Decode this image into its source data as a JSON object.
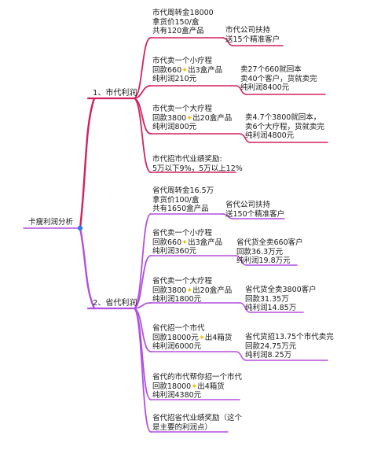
{
  "root": {
    "label": "卡瘦利润分析"
  },
  "colors": {
    "branch1": "#d2215f",
    "branch2": "#b24fe0",
    "junction": "#2f7de8",
    "spark": "#f2c100"
  },
  "branches": [
    {
      "label": "1、市代利润",
      "children": [
        {
          "lines": [
            "市代周转金18000",
            "拿货价150/盒",
            "共有120盒产品"
          ],
          "detail": [
            "市代公司扶持",
            "送15个精准客户"
          ]
        },
        {
          "lines": [
            [
              "市代卖一个小疗程"
            ],
            [
              "回款660",
              "✦",
              "出3盒产品"
            ],
            [
              "纯利润210元"
            ]
          ],
          "detail": [
            "卖27个660就回本",
            "卖40个客户，货就卖完",
            "纯利润8400元"
          ]
        },
        {
          "lines": [
            [
              "市代卖一个大疗程"
            ],
            [
              "回款3800",
              "✦",
              "出20盒产品"
            ],
            [
              "纯利润800元"
            ]
          ],
          "detail": [
            "卖4.7个3800就回本，",
            "卖6个大疗程，货就卖完",
            "纯利润4800元"
          ]
        },
        {
          "lines": [
            "市代招市代业绩奖励:",
            "5万以下9%，5万以上12%"
          ]
        }
      ]
    },
    {
      "label": "2、省代利润",
      "children": [
        {
          "lines": [
            "省代周转金16.5万",
            "拿货价100/盒",
            "共有1650盒产品"
          ],
          "detail": [
            "省代公司扶持",
            "送150个精准客户"
          ]
        },
        {
          "lines": [
            [
              "省代卖一个小疗程"
            ],
            [
              "回款660",
              "✦",
              "出3盒产品"
            ],
            [
              "纯利润360元"
            ]
          ],
          "detail": [
            "省代货全卖660客户",
            "回款36.3万元",
            "纯利润19.8万元"
          ]
        },
        {
          "lines": [
            [
              "省代卖一个大疗程"
            ],
            [
              "回款3800",
              "✦",
              "出20盒产品"
            ],
            [
              "纯利润1800元"
            ]
          ],
          "detail": [
            "省代货全卖3800客户",
            "回款31.35万",
            "纯利润14.85万"
          ]
        },
        {
          "lines": [
            [
              "省代招一个市代"
            ],
            [
              "回款18000元",
              "✦",
              "出4箱货"
            ],
            [
              "纯利润6000元"
            ]
          ],
          "detail": [
            "省代货招13.75个市代卖完",
            "回款24.75万元",
            "纯利润8.25万"
          ]
        },
        {
          "lines": [
            [
              "省代的市代帮你招一个市代"
            ],
            [
              "回款18000",
              "✦",
              "出4箱货"
            ],
            [
              "纯利润4380元"
            ]
          ]
        },
        {
          "lines": [
            "省代招省代业绩奖励（这个",
            "是主要的利润点）"
          ]
        }
      ]
    }
  ]
}
